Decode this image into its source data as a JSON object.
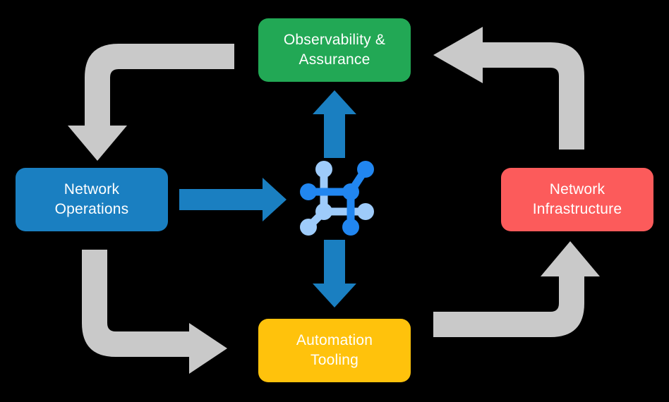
{
  "diagram": {
    "title": "Network automation lifecycle cycle diagram",
    "background_color": "#000000",
    "center_icon": {
      "name": "network-topology-icon",
      "colors": {
        "bright": "#2186f0",
        "light": "#9ecbfa"
      }
    },
    "nodes": [
      {
        "id": "observability",
        "label_line1": "Observability &",
        "label_line2": "Assurance",
        "color": "#22a855",
        "position": "top"
      },
      {
        "id": "network-operations",
        "label_line1": "Network",
        "label_line2": "Operations",
        "color": "#1a7fc1",
        "position": "left"
      },
      {
        "id": "network-infrastructure",
        "label_line1": "Network",
        "label_line2": "Infrastructure",
        "color": "#fc5b5b",
        "position": "right"
      },
      {
        "id": "automation-tooling",
        "label_line1": "Automation",
        "label_line2": "Tooling",
        "color": "#ffc20c",
        "position": "bottom"
      }
    ],
    "arrows": {
      "accent_color": "#1a7fc1",
      "cycle_color": "#c9c9c9",
      "blue": [
        {
          "id": "ops-to-center",
          "direction": "right"
        },
        {
          "id": "center-to-observability",
          "direction": "up"
        },
        {
          "id": "center-to-automation",
          "direction": "down"
        }
      ],
      "gray": [
        {
          "id": "observability-to-operations",
          "direction": "down"
        },
        {
          "id": "operations-to-automation",
          "direction": "right"
        },
        {
          "id": "automation-to-infrastructure",
          "direction": "up"
        },
        {
          "id": "infrastructure-to-observability",
          "direction": "left"
        }
      ]
    }
  }
}
